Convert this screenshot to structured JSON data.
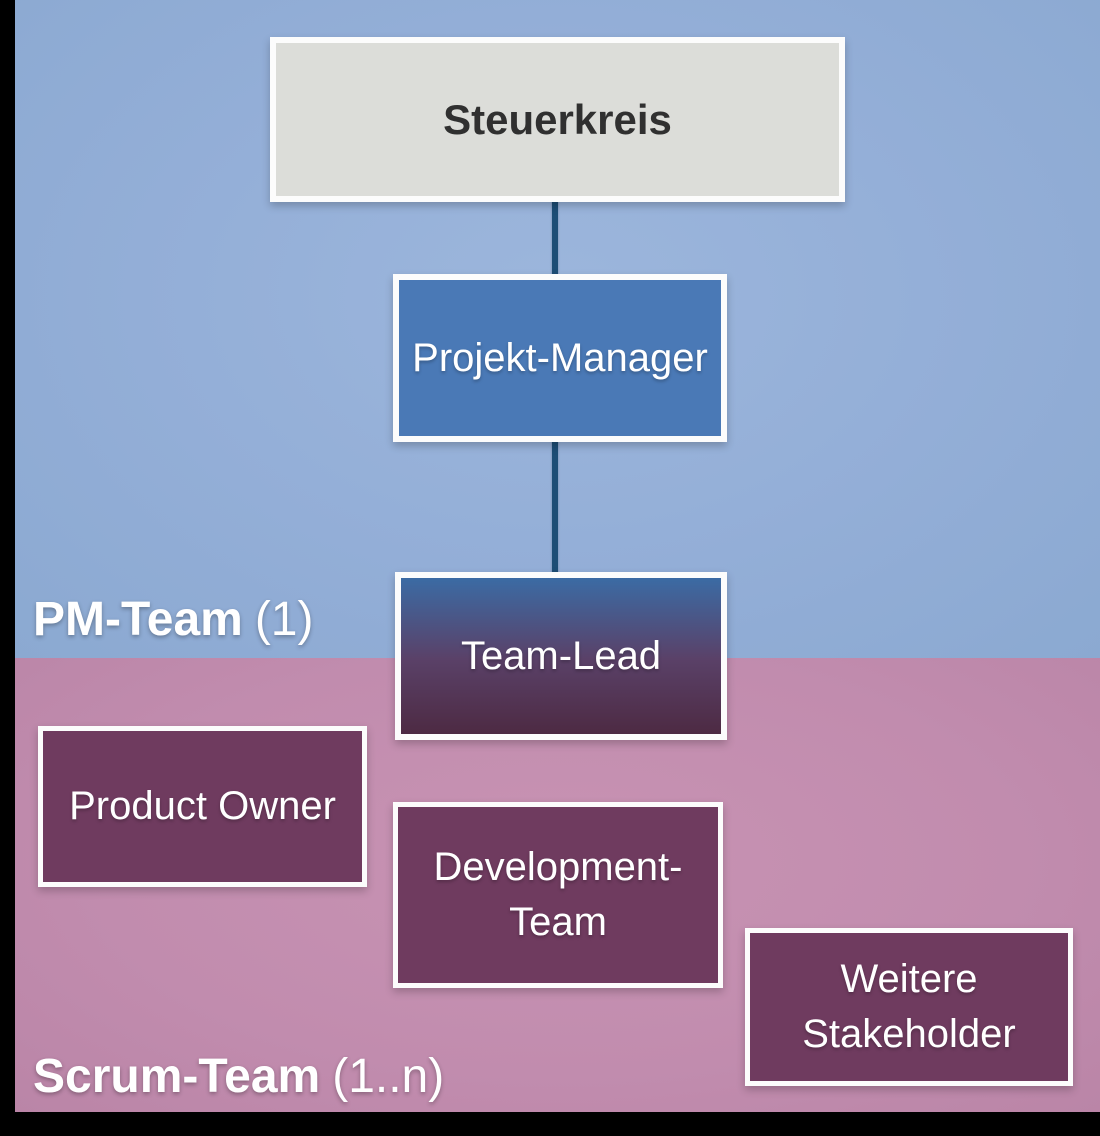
{
  "diagram": {
    "sections": {
      "pm_team": {
        "name": "PM-Team",
        "cardinality": "(1)"
      },
      "scrum_team": {
        "name": "Scrum-Team",
        "cardinality": "(1..n)"
      }
    },
    "nodes": {
      "steuerkreis": {
        "label": "Steuerkreis"
      },
      "projekt_manager": {
        "label": "Projekt-Manager"
      },
      "team_lead": {
        "label": "Team-Lead"
      },
      "product_owner": {
        "label": "Product Owner"
      },
      "development_team": {
        "lines": [
          "Development-",
          "Team"
        ]
      },
      "weitere_stakeholder": {
        "lines": [
          "Weitere",
          "Stakeholder"
        ]
      }
    }
  },
  "colors": {
    "bg_blue": "#93aed7",
    "bg_blue_light": "#9cb6dc",
    "bg_blue_dark": "#8ba9d1",
    "bg_pink": "#c18cae",
    "bg_pink_light": "#c893b3",
    "bg_pink_dark": "#ba85a7",
    "box_gray": "#dcddd9",
    "box_blue": "#4a79b6",
    "box_purple": "#6f3b5f",
    "box_border": "#fcfcfc",
    "teamlead_top": "#3b6ba4",
    "teamlead_mid": "#5a4168",
    "teamlead_bottom": "#4d2a43",
    "connector": "#1d4d75",
    "steuerkreis_text": "#303030",
    "frame_black": "#000000"
  }
}
